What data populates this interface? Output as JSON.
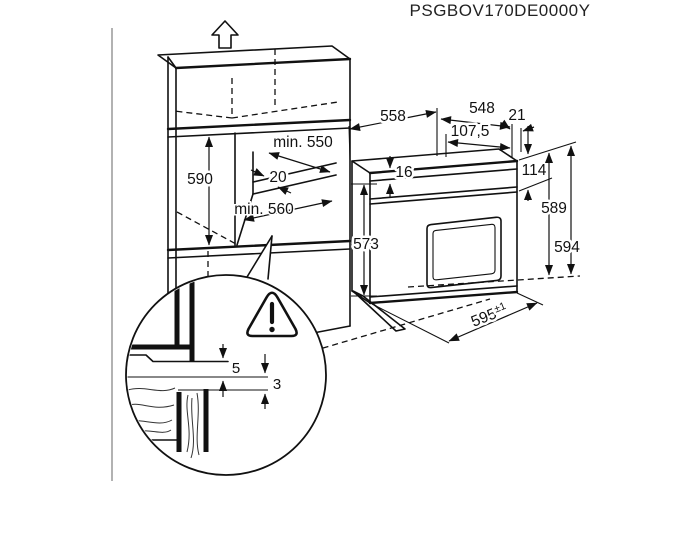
{
  "title": "PSGBOV170DE0000Y",
  "colors": {
    "line": "#111111",
    "background": "#ffffff"
  },
  "cabinet": {
    "height": "590",
    "depth_min": "min. 550",
    "vent_gap": "20",
    "width_min": "min. 560",
    "arrow_icon": "up-arrow-icon"
  },
  "oven": {
    "depth_top": "558",
    "width_top": "548",
    "door_gap": "21",
    "panel_depth": "107,5",
    "top_inset": "16",
    "panel_height": "114",
    "body_height": "573",
    "height_back": "589",
    "height_front": "594",
    "front_width": "595",
    "front_width_tolerance": "±1"
  },
  "detail": {
    "gap_upper": "5",
    "gap_lower": "3",
    "warning_icon": "warning-triangle-icon"
  }
}
